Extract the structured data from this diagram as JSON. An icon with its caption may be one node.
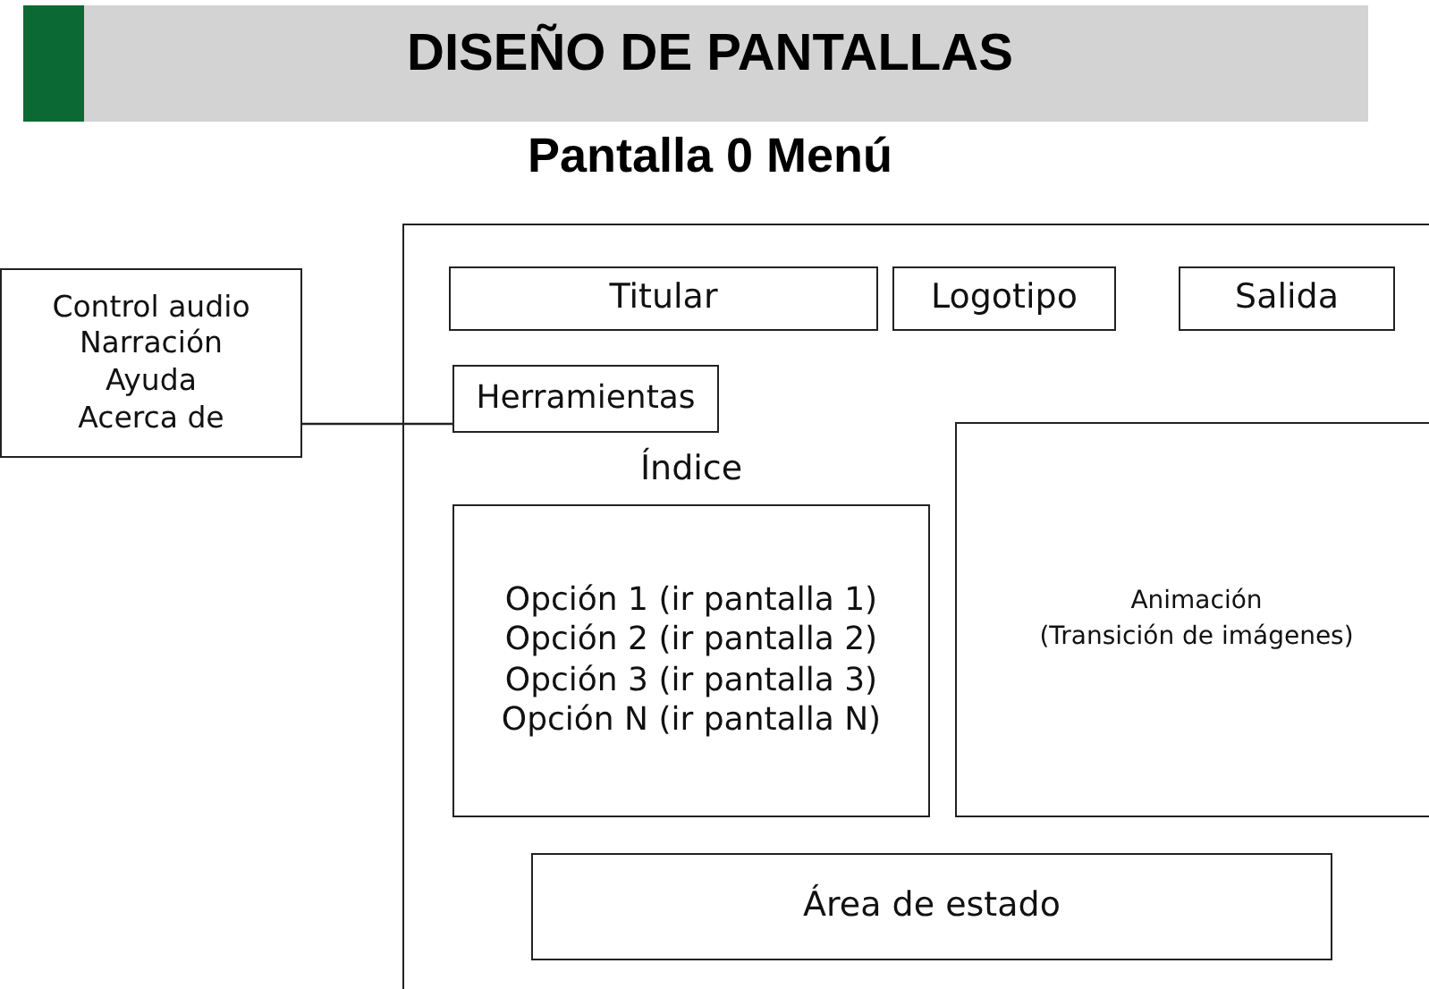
{
  "diagram": {
    "title": "DISEÑO DE PANTALLAS",
    "nodes": [
      {
        "text": [],
        "shape": "box"
      },
      {
        "text": [
          "Control audio",
          "Narración",
          "Ayuda",
          "Acerca de"
        ]
      },
      {
        "text": [
          "Titular"
        ],
        "in": 0
      },
      {
        "text": [
          "Logotipo"
        ],
        "in": 0
      },
      {
        "text": [
          "Salida"
        ],
        "in": 0
      },
      {
        "text": [
          "Herramientas"
        ],
        "in": 0
      },
      {
        "text": [
          "Índice",
          "Opción 1 (ir pantalla 1)",
          "Opción 2 (ir pantalla 2)",
          "Opción 3 (ir pantalla 3)",
          "Opción N (ir pantalla N)"
        ],
        "in": 0
      },
      {
        "text": [
          "Animación",
          "(Transición de imágenes)"
        ],
        "in": 0
      },
      {
        "text": [
          "Área de estado"
        ],
        "in": 0
      }
    ],
    "edges": [
      {
        "from": 1,
        "to": 5,
        "arrow": "none"
      }
    ],
    "labels": [
      "Pantalla 0 Menú"
    ]
  }
}
